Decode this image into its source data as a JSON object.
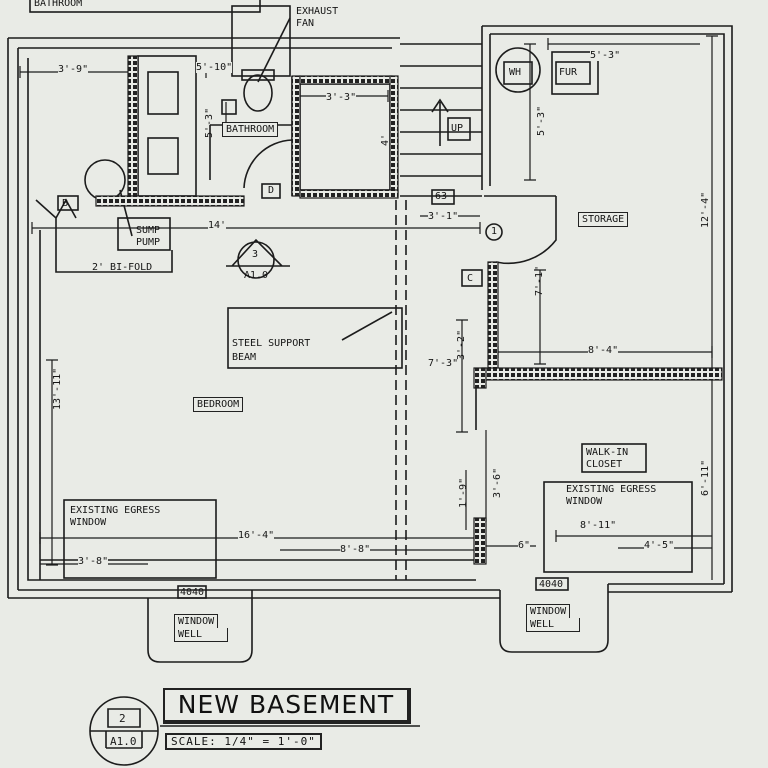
{
  "labels": {
    "top_cut": "BATHROOM",
    "exhaust": "EXHAUST",
    "fan": "FAN",
    "bathroom": "BATHROOM",
    "sump1": "SUMP",
    "sump2": "PUMP",
    "bifold": "2' BI-FOLD",
    "beam1": "STEEL SUPPORT",
    "beam2": "BEAM",
    "bedroom": "BEDROOM",
    "egress_left1": "EXISTING EGRESS",
    "egress_left2": "WINDOW",
    "egress_right1": "EXISTING EGRESS",
    "egress_right2": "WINDOW",
    "well_left1": "WINDOW",
    "well_left2": "WELL",
    "well_right1": "WINDOW",
    "well_right2": "WELL",
    "win_left": "4040",
    "win_right": "4040",
    "storage": "STORAGE",
    "walkin1": "WALK-IN",
    "walkin2": "CLOSET",
    "wh": "WH",
    "fur": "FUR",
    "up": "UP",
    "door_d": "D",
    "door_c": "C",
    "door_b": "B",
    "door_63": "63",
    "door_1": "1",
    "section_num": "3",
    "section_sheet": "A1.0"
  },
  "dimensions": {
    "d_3_9": "3'-9\"",
    "d_5_10": "5'-10\"",
    "d_3_3": "3'-3\"",
    "d_5_3": "5'-3\"",
    "d_14": "14'",
    "d_3_1": "3'-1\"",
    "d_5_3r": "5'-3\"",
    "d_5_6": "5'-3\"",
    "d_12_4": "12'-4\"",
    "d_7_1": "7'-1\"",
    "d_8_4": "8'-4\"",
    "d_7_3": "7'-3\"",
    "d_3_2": "3'-2\"",
    "d_3_6": "3'-6\"",
    "d_13_11": "13'-11\"",
    "d_6_11": "6'-11\"",
    "d_16_4": "16'-4\"",
    "d_8_8": "8'-8\"",
    "d_6": "6\"",
    "d_3_8": "3'-8\"",
    "d_8_11": "8'-11\"",
    "d_4_5": "4'-5\"",
    "d_1_9": "1'-9\"",
    "d_4": "4'"
  },
  "title": {
    "number": "2",
    "sheet": "A1.0",
    "name": "NEW BASEMENT",
    "scale": "SCALE: 1/4\" = 1'-0\""
  }
}
